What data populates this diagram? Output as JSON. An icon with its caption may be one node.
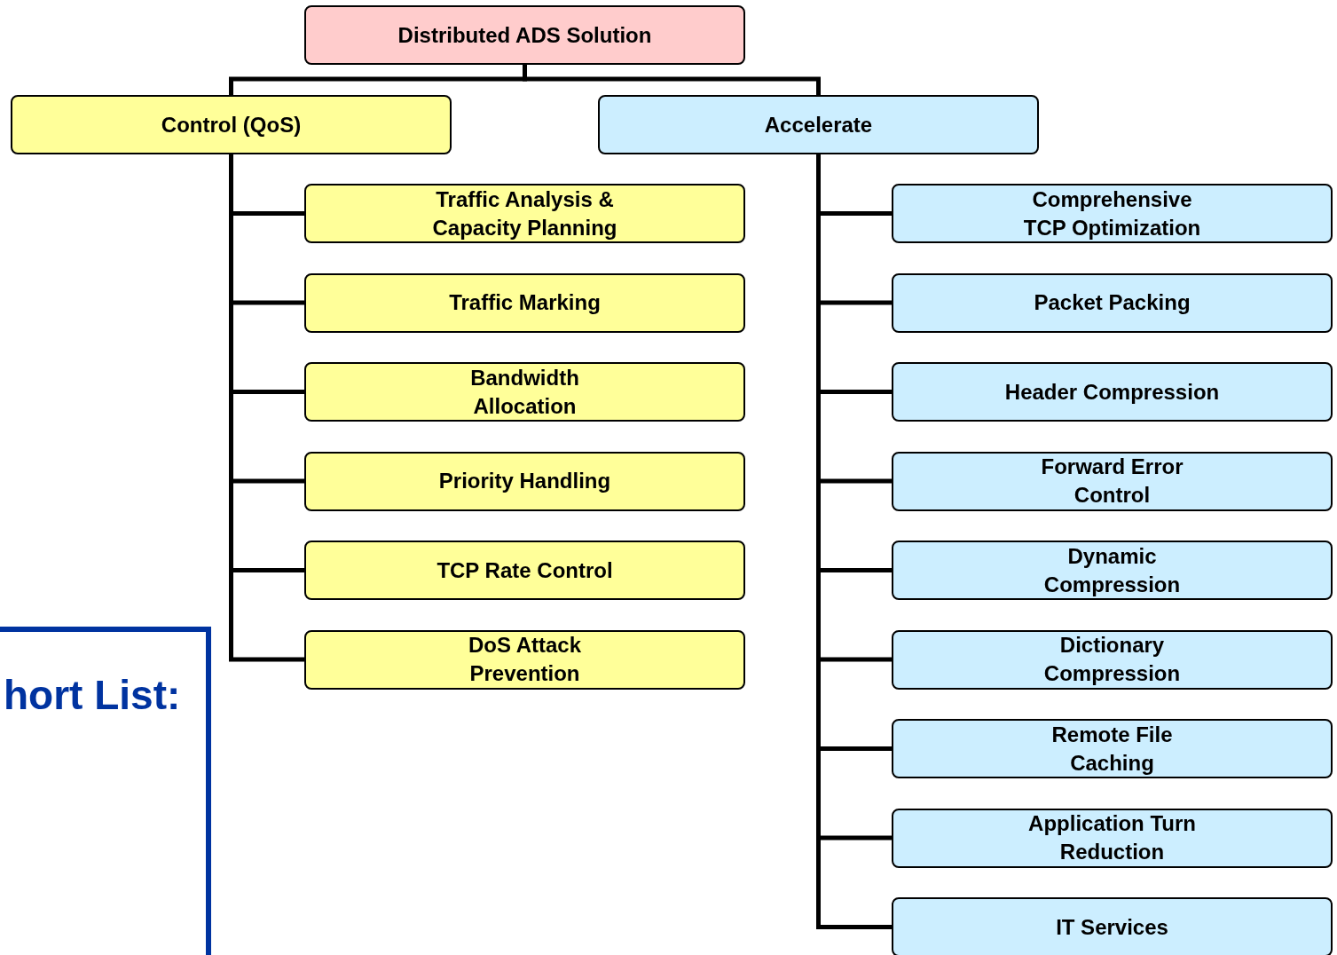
{
  "diagram": {
    "nodes": [
      {
        "text": [
          "Distributed ADS Solution"
        ]
      },
      {
        "text": [
          "Control (QoS)"
        ]
      },
      {
        "text": [
          "Accelerate"
        ]
      },
      {
        "text": [
          "Traffic Analysis & Capacity Planning"
        ]
      },
      {
        "text": [
          "Traffic Marking"
        ]
      },
      {
        "text": [
          "Bandwidth Allocation"
        ]
      },
      {
        "text": [
          "Priority Handling"
        ]
      },
      {
        "text": [
          "TCP Rate Control"
        ]
      },
      {
        "text": [
          "DoS Attack Prevention"
        ]
      },
      {
        "text": [
          "Comprehensive TCP Optimization"
        ]
      },
      {
        "text": [
          "Packet Packing"
        ]
      },
      {
        "text": [
          "Header Compression"
        ]
      },
      {
        "text": [
          "Forward Error Control"
        ]
      },
      {
        "text": [
          "Dynamic Compression"
        ]
      },
      {
        "text": [
          "Dictionary Compression"
        ]
      },
      {
        "text": [
          "Remote File Caching"
        ]
      },
      {
        "text": [
          "Application Turn Reduction"
        ]
      },
      {
        "text": [
          "IT Services"
        ]
      },
      {
        "text": [
          "hort List:"
        ]
      }
    ],
    "edges": [
      {
        "from": 0,
        "to": 1,
        "arrow": "none"
      },
      {
        "from": 0,
        "to": 2,
        "arrow": "none"
      },
      {
        "from": 1,
        "to": 3,
        "arrow": "none"
      },
      {
        "from": 1,
        "to": 4,
        "arrow": "none"
      },
      {
        "from": 1,
        "to": 5,
        "arrow": "none"
      },
      {
        "from": 1,
        "to": 6,
        "arrow": "none"
      },
      {
        "from": 1,
        "to": 7,
        "arrow": "none"
      },
      {
        "from": 1,
        "to": 8,
        "arrow": "none"
      },
      {
        "from": 2,
        "to": 9,
        "arrow": "none"
      },
      {
        "from": 2,
        "to": 10,
        "arrow": "none"
      },
      {
        "from": 2,
        "to": 11,
        "arrow": "none"
      },
      {
        "from": 2,
        "to": 12,
        "arrow": "none"
      },
      {
        "from": 2,
        "to": 13,
        "arrow": "none"
      },
      {
        "from": 2,
        "to": 14,
        "arrow": "none"
      },
      {
        "from": 2,
        "to": 15,
        "arrow": "none"
      },
      {
        "from": 2,
        "to": 16,
        "arrow": "none"
      },
      {
        "from": 2,
        "to": 17,
        "arrow": "none"
      }
    ]
  }
}
